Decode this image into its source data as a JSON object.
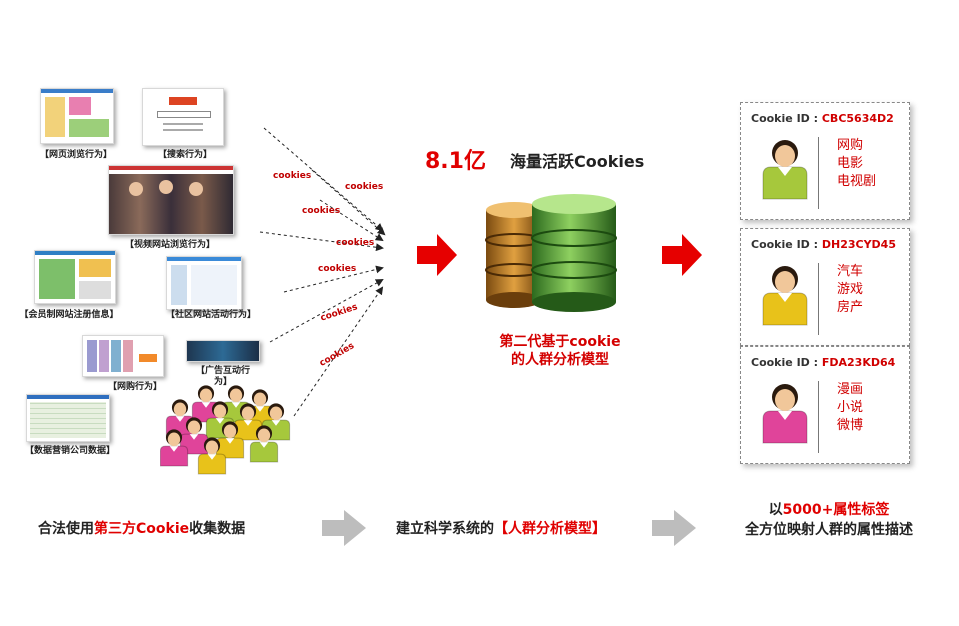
{
  "sources": [
    {
      "label": "【网页浏览行为】"
    },
    {
      "label": "【搜索行为】"
    },
    {
      "label": "【视频网站浏览行为】"
    },
    {
      "label": "【会员制网站注册信息】"
    },
    {
      "label": "【社区网站活动行为】"
    },
    {
      "label": "【网购行为】"
    },
    {
      "label": "【广告互动行为】"
    },
    {
      "label": "【数据营销公司数据】"
    }
  ],
  "cookie_label": "cookies",
  "stats": {
    "number": "8.1亿",
    "text": "海量活跃Cookies"
  },
  "model": {
    "line1": "第二代基于cookie",
    "line2": "的人群分析模型"
  },
  "cards": [
    {
      "id_label": "Cookie ID : ",
      "id": "CBC5634D2",
      "attrs": [
        "网购",
        "电影",
        "电视剧"
      ],
      "color": "#a6c83c"
    },
    {
      "id_label": "Cookie ID : ",
      "id": "DH23CYD45",
      "attrs": [
        "汽车",
        "游戏",
        "房产"
      ],
      "color": "#e8c21a"
    },
    {
      "id_label": "Cookie ID : ",
      "id": "FDA23KD64",
      "attrs": [
        "漫画",
        "小说",
        "微博"
      ],
      "color": "#e0449a"
    }
  ],
  "bottom": {
    "left_a": "合法使用",
    "left_red": "第三方Cookie",
    "left_b": "收集数据",
    "mid_a": "建立科学系统的",
    "mid_red": "【人群分析模型】",
    "right_a": "以",
    "right_red": "5000+属性标签",
    "right_line2": "全方位映射人群的属性描述"
  },
  "colors": {
    "accent_red": "#e00000",
    "db_green": "#5aa83a",
    "db_orange": "#c9872a"
  }
}
